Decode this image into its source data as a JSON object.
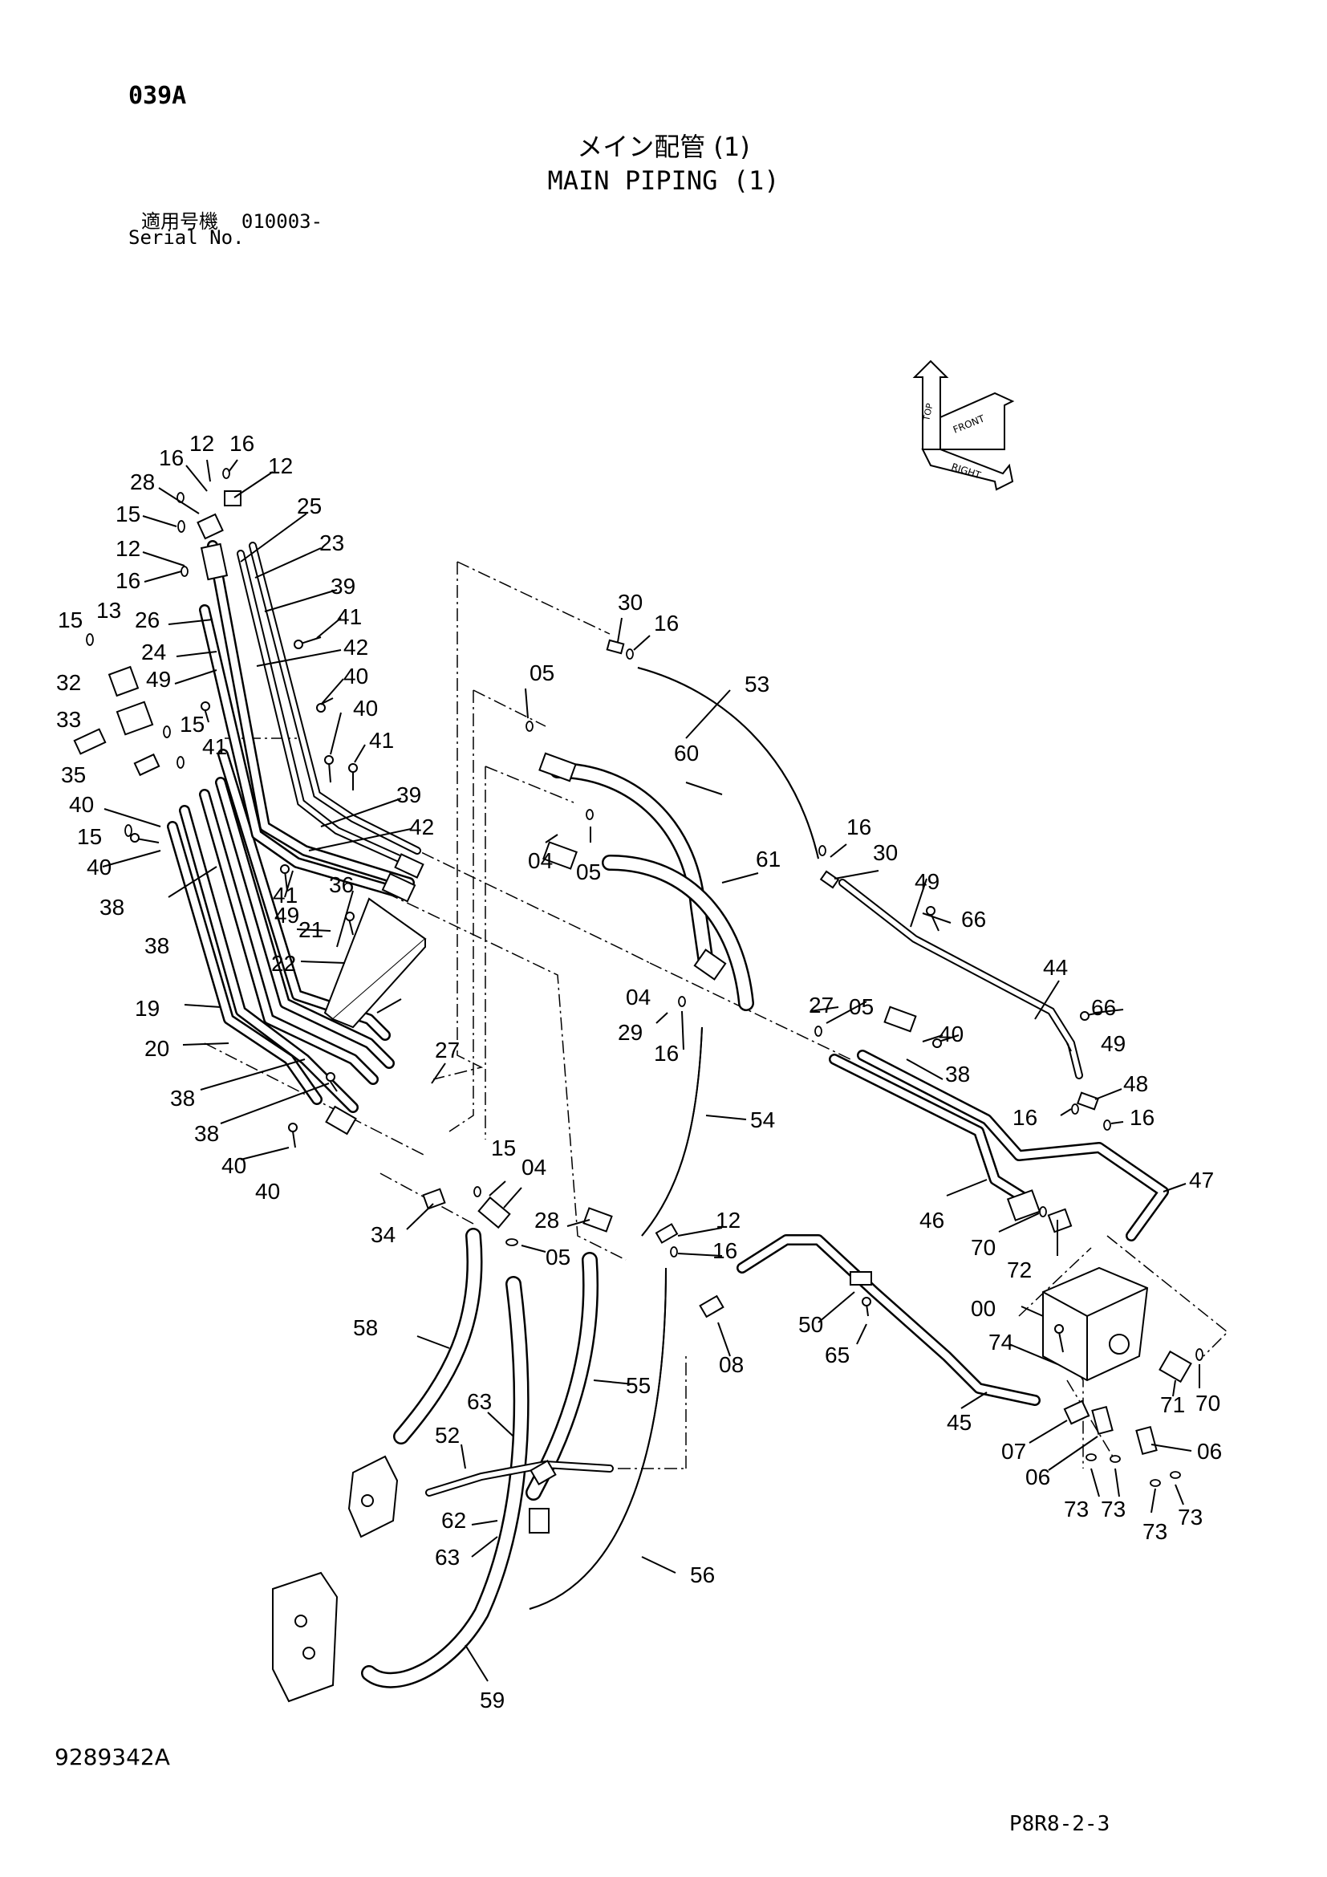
{
  "header": {
    "page_code": "039A",
    "title_jp": "メイン配管 (1)",
    "title_en": "MAIN PIPING (1)",
    "serial_label_jp": "適用号機",
    "serial_value": "010003-",
    "serial_label_en": "Serial No."
  },
  "orientation_indicator": {
    "top": "TOP",
    "front": "FRONT",
    "right": "RIGHT"
  },
  "footer": {
    "drawing_number": "9289342A",
    "page_ref": "P8R8-2-3"
  },
  "callouts": [
    "12",
    "16",
    "16",
    "12",
    "28",
    "15",
    "25",
    "12",
    "23",
    "16",
    "39",
    "15",
    "13",
    "26",
    "41",
    "24",
    "42",
    "49",
    "40",
    "32",
    "40",
    "33",
    "15",
    "41",
    "35",
    "41",
    "40",
    "39",
    "15",
    "42",
    "40",
    "38",
    "41",
    "49",
    "36",
    "38",
    "21",
    "22",
    "19",
    "20",
    "38",
    "38",
    "40",
    "40",
    "27",
    "05",
    "30",
    "16",
    "53",
    "60",
    "04",
    "05",
    "61",
    "16",
    "30",
    "49",
    "66",
    "44",
    "04",
    "27",
    "05",
    "29",
    "16",
    "66",
    "40",
    "49",
    "38",
    "48",
    "16",
    "16",
    "54",
    "47",
    "15",
    "04",
    "34",
    "28",
    "05",
    "12",
    "16",
    "46",
    "70",
    "72",
    "00",
    "58",
    "50",
    "65",
    "74",
    "08",
    "70",
    "71",
    "55",
    "63",
    "45",
    "07",
    "06",
    "06",
    "52",
    "73",
    "73",
    "73",
    "73",
    "62",
    "63",
    "56",
    "59"
  ]
}
